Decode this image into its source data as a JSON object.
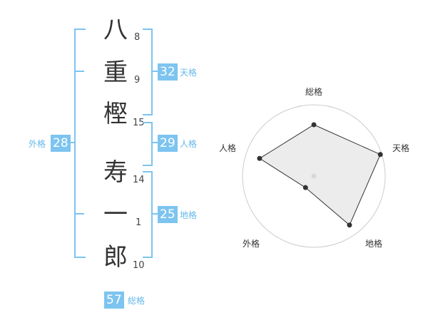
{
  "name_chars": [
    {
      "char": "八",
      "strokes": "8"
    },
    {
      "char": "重",
      "strokes": "9"
    },
    {
      "char": "樫",
      "strokes": "15"
    },
    {
      "char": "寿",
      "strokes": "14"
    },
    {
      "char": "一",
      "strokes": "1"
    },
    {
      "char": "郎",
      "strokes": "10"
    }
  ],
  "kaku": {
    "tenkaku": {
      "value": "32",
      "label": "天格"
    },
    "jinkaku": {
      "value": "29",
      "label": "人格"
    },
    "chikaku": {
      "value": "25",
      "label": "地格"
    },
    "gaikaku": {
      "value": "28",
      "label": "外格"
    },
    "soukaku": {
      "value": "57",
      "label": "総格"
    }
  },
  "colors": {
    "accent": "#7dc4f0",
    "accent_text": "#66b8ea",
    "text": "#333333",
    "radar_fill": "#eeeeee",
    "radar_grid": "#cccccc"
  },
  "chart_data": {
    "type": "radar",
    "axes": [
      "総格",
      "天格",
      "地格",
      "外格",
      "人格"
    ],
    "values": [
      0.72,
      0.98,
      0.85,
      0.2,
      0.8
    ],
    "range": [
      0,
      1
    ],
    "rings": 5
  }
}
